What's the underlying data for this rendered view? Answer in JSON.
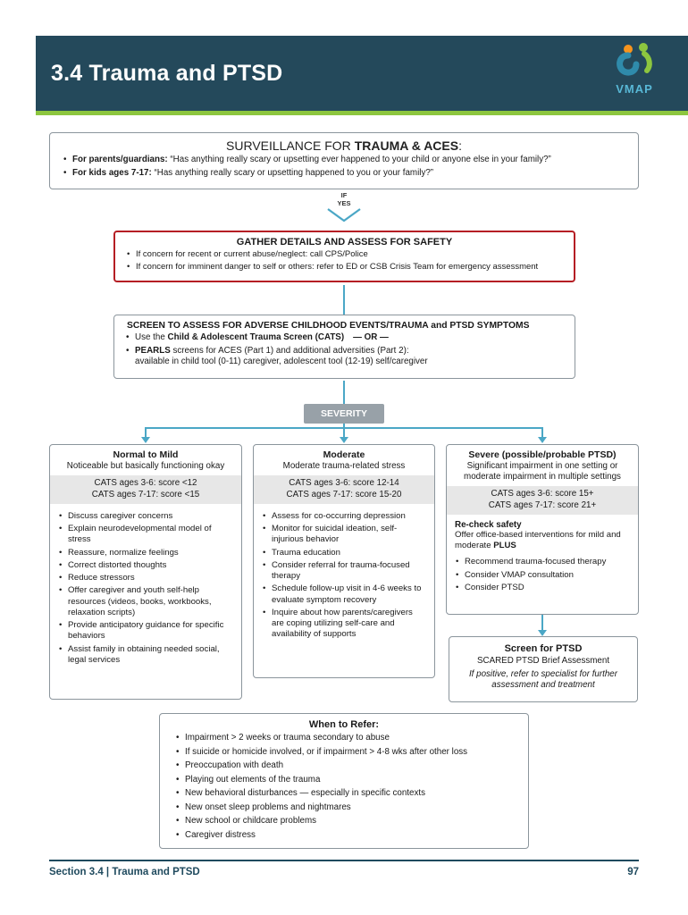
{
  "colors": {
    "header_bg": "#24495b",
    "accent_green": "#8dc63f",
    "accent_teal": "#4ba7c6",
    "alert_red": "#b51e24",
    "severity_gray": "#98a1a8",
    "shade_gray": "#e7e7e7",
    "footer_teal": "#1f4a5e"
  },
  "header": {
    "title": "3.4 Trauma and PTSD",
    "logo_label": "VMAP"
  },
  "surveillance": {
    "title_pre": "SURVEILLANCE FOR ",
    "title_bold": "TRAUMA & ACES",
    "title_post": ":",
    "bullets": [
      {
        "bold": "For parents/guardians:",
        "text": " “Has anything really scary or upsetting ever happened to your child or anyone else in your family?”"
      },
      {
        "bold": "For kids ages 7-17:",
        "text": " “Has anything really scary or upsetting happened to you or your family?”"
      }
    ]
  },
  "if_yes": {
    "top": "IF",
    "bottom": "YES"
  },
  "safety_box": {
    "title": "GATHER DETAILS AND ASSESS FOR SAFETY",
    "bullets": [
      "If concern for recent or current abuse/neglect: call CPS/Police",
      "If concern for imminent danger to self or others: refer to ED or CSB Crisis Team for emergency assessment"
    ]
  },
  "screen_box": {
    "title": "SCREEN TO ASSESS FOR ADVERSE CHILDHOOD EVENTS/TRAUMA and PTSD SYMPTOMS",
    "bullet1": {
      "pre": "Use the ",
      "bold": "Child & Adolescent Trauma Screen (CATS)",
      "bold2": "— OR —"
    },
    "bullet2": {
      "bold": "PEARLS",
      "text": " screens for ACES (Part 1) and additional adversities (Part 2):",
      "line2": "available in child tool (0-11) caregiver, adolescent tool (12-19) self/caregiver"
    }
  },
  "severity_label": "SEVERITY",
  "columns": [
    {
      "title": "Normal to Mild",
      "subtitle": "Noticeable but basically functioning okay",
      "score1": "CATS ages 3-6: score <12",
      "score2": "CATS ages 7-17: score <15",
      "bullets": [
        "Discuss caregiver concerns",
        "Explain neurodevelopmental model of stress",
        "Reassure, normalize feelings",
        "Correct distorted thoughts",
        "Reduce stressors",
        "Offer caregiver and youth self-help resources (videos, books, workbooks, relaxation scripts)",
        "Provide anticipatory guidance for specific behaviors",
        "Assist family in obtaining needed social, legal services"
      ]
    },
    {
      "title": "Moderate",
      "subtitle": "Moderate trauma-related stress",
      "score1": "CATS ages 3-6: score 12-14",
      "score2": "CATS ages 7-17: score 15-20",
      "bullets": [
        "Assess for co-occurring depression",
        "Monitor for suicidal ideation, self-injurious behavior",
        "Trauma education",
        "Consider referral for trauma-focused therapy",
        "Schedule follow-up visit in 4-6 weeks to evaluate symptom recovery",
        "Inquire about how parents/caregivers are coping utilizing self-care and availability of supports"
      ]
    },
    {
      "title": "Severe (possible/probable PTSD)",
      "subtitle": "Significant impairment in one setting or moderate impairment in multiple settings",
      "score1": "CATS ages 3-6: score 15+",
      "score2": "CATS ages 7-17: score 21+",
      "recheck": "Re-check safety",
      "offer_pre": "Offer office-based interventions for mild and moderate ",
      "offer_bold": "PLUS",
      "bullets": [
        "Recommend trauma-focused therapy",
        "Consider VMAP consultation",
        "Consider PTSD"
      ]
    }
  ],
  "ptsd_box": {
    "title": "Screen for PTSD",
    "line1": "SCARED PTSD Brief Assessment",
    "line2": "If positive, refer to specialist for further assessment and treatment"
  },
  "refer_box": {
    "title": "When to Refer:",
    "bullets": [
      "Impairment > 2 weeks or trauma secondary to abuse",
      "If suicide or homicide involved, or if impairment > 4-8 wks after other loss",
      "Preoccupation with death",
      "Playing out elements of the trauma",
      "New behavioral disturbances — especially in specific contexts",
      "New onset sleep problems and nightmares",
      "New school or childcare problems",
      "Caregiver distress"
    ]
  },
  "footer": {
    "left": "Section 3.4  |  Trauma and PTSD",
    "page": "97"
  }
}
